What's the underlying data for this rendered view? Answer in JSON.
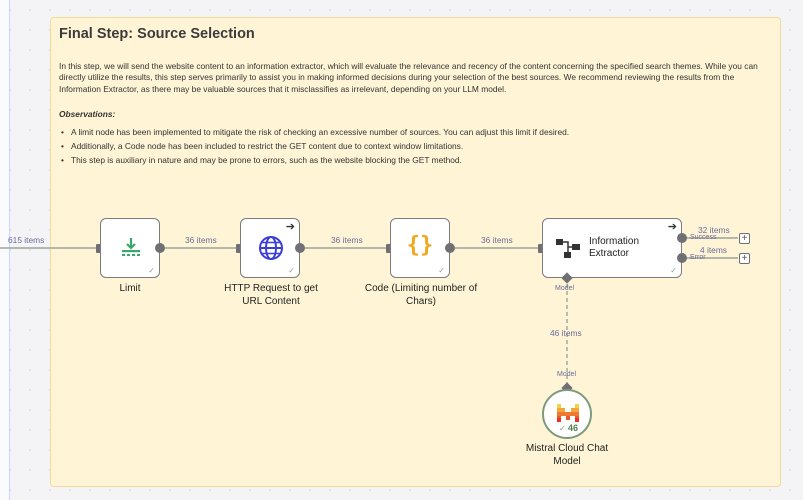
{
  "sticky": {
    "title": "Final Step: Source Selection",
    "intro": "In this step, we will send the website content to an information extractor, which will evaluate the relevance and recency of the content concerning the specified search themes. While you can directly utilize the results, this step serves primarily to assist you in making informed decisions during your selection of the best sources. We recommend reviewing the results from the Information Extractor, as there may be valuable sources that it misclassifies as irrelevant, depending on your LLM model.",
    "observations_title": "Observations:",
    "observations": [
      "A limit node has been implemented to mitigate the risk of checking an excessive number of sources. You can adjust this limit if desired.",
      "Additionally, a Code node has been included to restrict the GET content due to context window limitations.",
      "This step is auxiliary in nature and may be prone to errors, such as the website blocking the GET method."
    ]
  },
  "edges": {
    "incoming": "615 items",
    "limit_to_http": "36 items",
    "http_to_code": "36 items",
    "code_to_extractor": "36 items",
    "success_count": "32 items",
    "success_label": "Success",
    "error_count": "4 items",
    "error_label": "Error",
    "model_items": "46 items",
    "model_top": "Model",
    "model_bottom": "Model"
  },
  "nodes": {
    "limit": {
      "label": "Limit",
      "icon": "limit-icon"
    },
    "http": {
      "label": "HTTP Request to get URL Content",
      "icon": "globe-icon"
    },
    "code": {
      "label": "Code (Limiting number of Chars)",
      "icon": "code-braces-icon",
      "glyph": "{}"
    },
    "extractor": {
      "label": "Information Extractor",
      "icon": "extractor-icon"
    },
    "mistral": {
      "label": "Mistral Cloud Chat Model",
      "icon": "mistral-logo-icon",
      "badge": "46"
    }
  },
  "colors": {
    "sticky_bg": "#fff5d6",
    "wire": "#9aa59a",
    "limit_icon": "#3aa76d",
    "globe_icon": "#3b3fd6",
    "code_icon": "#f0a81c",
    "edge_label": "#6b6b9a"
  }
}
